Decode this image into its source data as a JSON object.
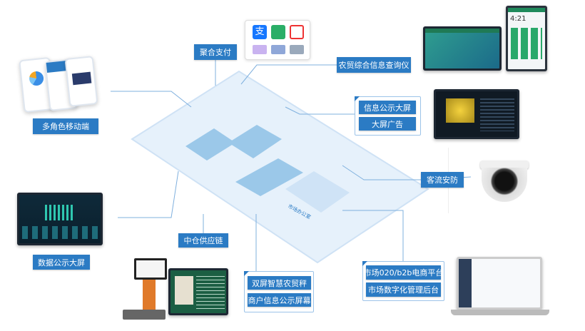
{
  "labels": {
    "payment": "聚合支付",
    "kiosk": "农贸综合信息查询仪",
    "mobile": "多角色移动端",
    "info_screen": "信息公示大屏",
    "ad_screen": "大屏广告",
    "security": "客流安防",
    "data_screen": "数据公示大屏",
    "supply_chain": "中仓供应链",
    "scale": "双屏智慧农贸秤",
    "merchant_screen": "商户信息公示屏幕",
    "ecommerce": "市场020/b2b电商平台",
    "admin": "市场数字化管理后台",
    "office": "市场办公室",
    "clock": "4:21"
  },
  "colors": {
    "accent": "#2b7bc4",
    "platform": "#e6f1fb",
    "line": "#7fb0de"
  }
}
